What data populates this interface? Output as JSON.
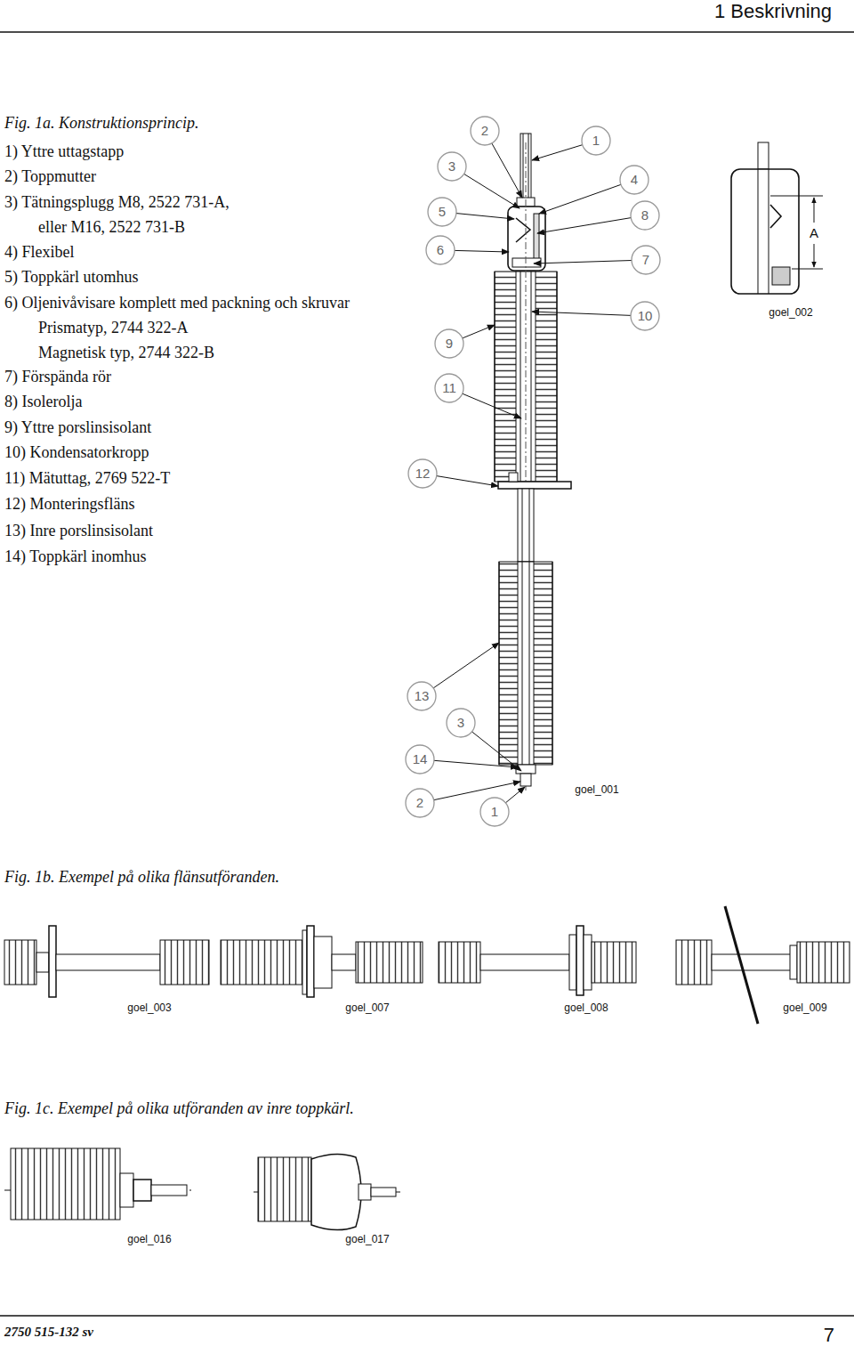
{
  "diagram": {
    "title": "1 Beskrivning",
    "labels": [
      "Fig. 1a. Konstruktionsprincip.",
      "1) Yttre uttagstapp",
      "2) Toppmutter",
      "3) Tätningsplugg M8, 2522 731-A,",
      "eller M16, 2522 731-B",
      "4) Flexibel",
      "5) Toppkärl utomhus",
      "6) Oljenivåvisare komplett med packning och skruvar",
      "Prismatyp, 2744 322-A",
      "Magnetisk typ, 2744 322-B",
      "7) Förspända rör",
      "8) Isolerolja",
      "9) Yttre porslinsisolant",
      "10) Kondensatorkropp",
      "11) Mätuttag, 2769 522-T",
      "12) Monteringsfläns",
      "13) Inre porslinsisolant",
      "14) Toppkärl inomhus",
      "2",
      "3",
      "1",
      "4",
      "5",
      "8",
      "6",
      "7",
      "10",
      "9",
      "11",
      "12",
      "13",
      "3",
      "14",
      "2",
      "1",
      "A",
      "goel_002",
      "goel_001",
      "Fig. 1b. Exempel på olika flänsutföranden.",
      "goel_003",
      "goel_007",
      "goel_008",
      "goel_009",
      "Fig. 1c. Exempel på olika utföranden av inre toppkärl.",
      "goel_016",
      "goel_017",
      "2750 515-132 sv",
      "7"
    ]
  }
}
